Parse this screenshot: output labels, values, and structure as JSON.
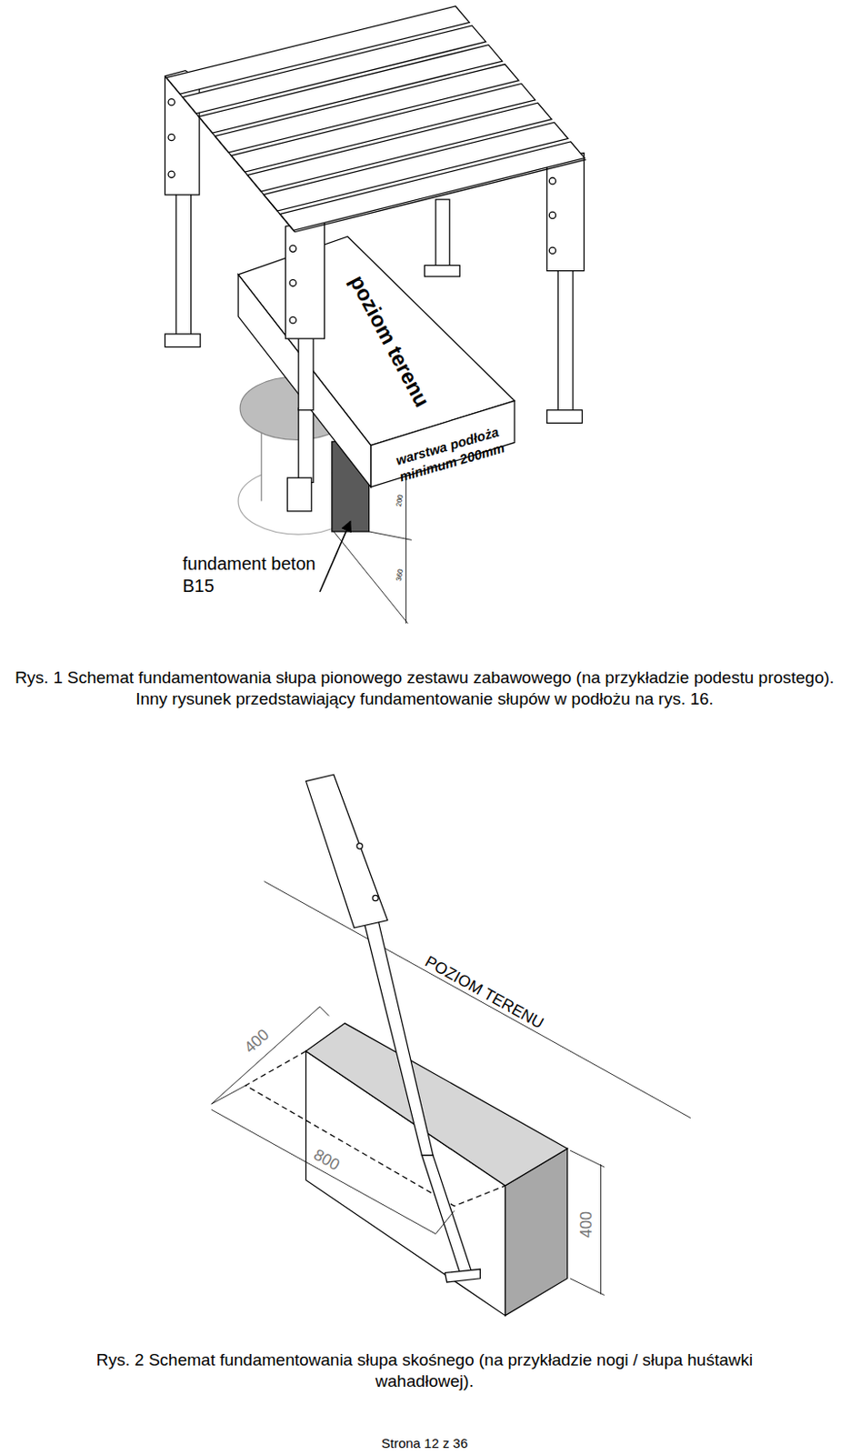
{
  "diagram": {
    "labels": [
      "poziom terenu",
      "warstwa podłoża minimum 200mm",
      "200",
      "360",
      "fundament beton B15",
      "Rys. 1 Schemat fundamentowania słupa pionowego zestawu zabawowego (na przykładzie podestu prostego). Inny rysunek przedstawiający fundamentowanie słupów w podłożu na rys. 16.",
      "POZIOM TERENU",
      "400",
      "800",
      "400",
      "Rys. 2 Schemat fundamentowania słupa skośnego (na przykładzie nogi / słupa huśtawki wahadłowej).",
      "Strona 12 z 36"
    ]
  }
}
